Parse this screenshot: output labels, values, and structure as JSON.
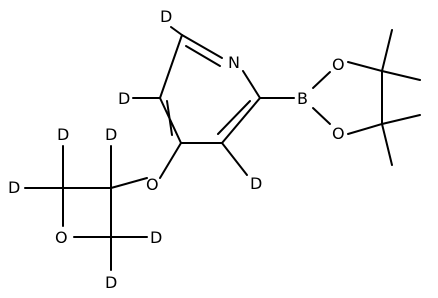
{
  "diagram": {
    "type": "chemical-structure",
    "atoms": {
      "n1": "N",
      "o_ether": "O",
      "o_oxetane": "O",
      "b1": "B",
      "o_b1": "O",
      "o_b2": "O",
      "d_c6": "D",
      "d_c5": "D",
      "d_c3": "D",
      "d_c3prime": "D",
      "d_c2prime_a": "D",
      "d_c2prime_b": "D",
      "d_c4prime_a": "D",
      "d_c4prime_b": "D"
    },
    "methyl_groups": 4,
    "colors": {
      "line": "#000000",
      "background": "#ffffff"
    }
  }
}
